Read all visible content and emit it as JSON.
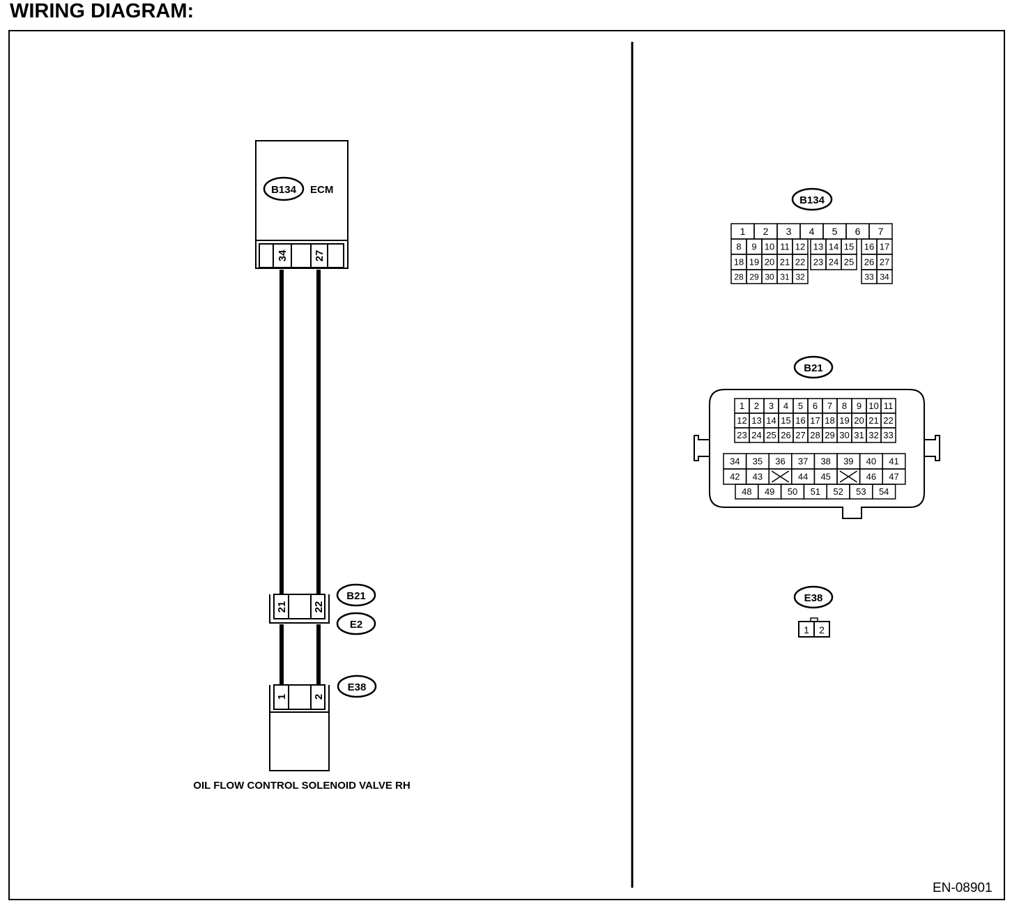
{
  "title": "WIRING DIAGRAM:",
  "doc_code": "EN-08901",
  "schematic": {
    "ecm": {
      "connector": "B134",
      "label": "ECM",
      "pins": [
        "34",
        "27"
      ]
    },
    "joint": {
      "connector_top": "B21",
      "connector_bottom": "E2",
      "pins": [
        "21",
        "22"
      ]
    },
    "valve": {
      "connector": "E38",
      "pins": [
        "1",
        "2"
      ],
      "label": "OIL FLOW CONTROL SOLENOID VALVE RH"
    }
  },
  "connectors": {
    "b134": {
      "id": "B134",
      "top_row": [
        "1",
        "2",
        "3",
        "4",
        "5",
        "6",
        "7"
      ],
      "row2_left": [
        "8",
        "9",
        "10",
        "11",
        "12"
      ],
      "row2_mid": [
        "13",
        "14",
        "15"
      ],
      "row2_right": [
        "16",
        "17"
      ],
      "row3_left": [
        "18",
        "19",
        "20",
        "21",
        "22"
      ],
      "row3_mid": [
        "23",
        "24",
        "25"
      ],
      "row3_right": [
        "26",
        "27"
      ],
      "row4_left": [
        "28",
        "29",
        "30",
        "31",
        "32"
      ],
      "row4_right": [
        "33",
        "34"
      ]
    },
    "b21": {
      "id": "B21",
      "upper_rows": [
        [
          "1",
          "2",
          "3",
          "4",
          "5",
          "6",
          "7",
          "8",
          "9",
          "10",
          "11"
        ],
        [
          "12",
          "13",
          "14",
          "15",
          "16",
          "17",
          "18",
          "19",
          "20",
          "21",
          "22"
        ],
        [
          "23",
          "24",
          "25",
          "26",
          "27",
          "28",
          "29",
          "30",
          "31",
          "32",
          "33"
        ]
      ],
      "lower_row1": [
        "34",
        "35",
        "36",
        "37",
        "38",
        "39",
        "40",
        "41"
      ],
      "lower_row2": [
        "42",
        "43",
        "",
        "44",
        "45",
        "",
        "46",
        "47"
      ],
      "lower_row3": [
        "48",
        "49",
        "50",
        "51",
        "52",
        "53",
        "54"
      ]
    },
    "e38": {
      "id": "E38",
      "pins": [
        "1",
        "2"
      ]
    }
  }
}
